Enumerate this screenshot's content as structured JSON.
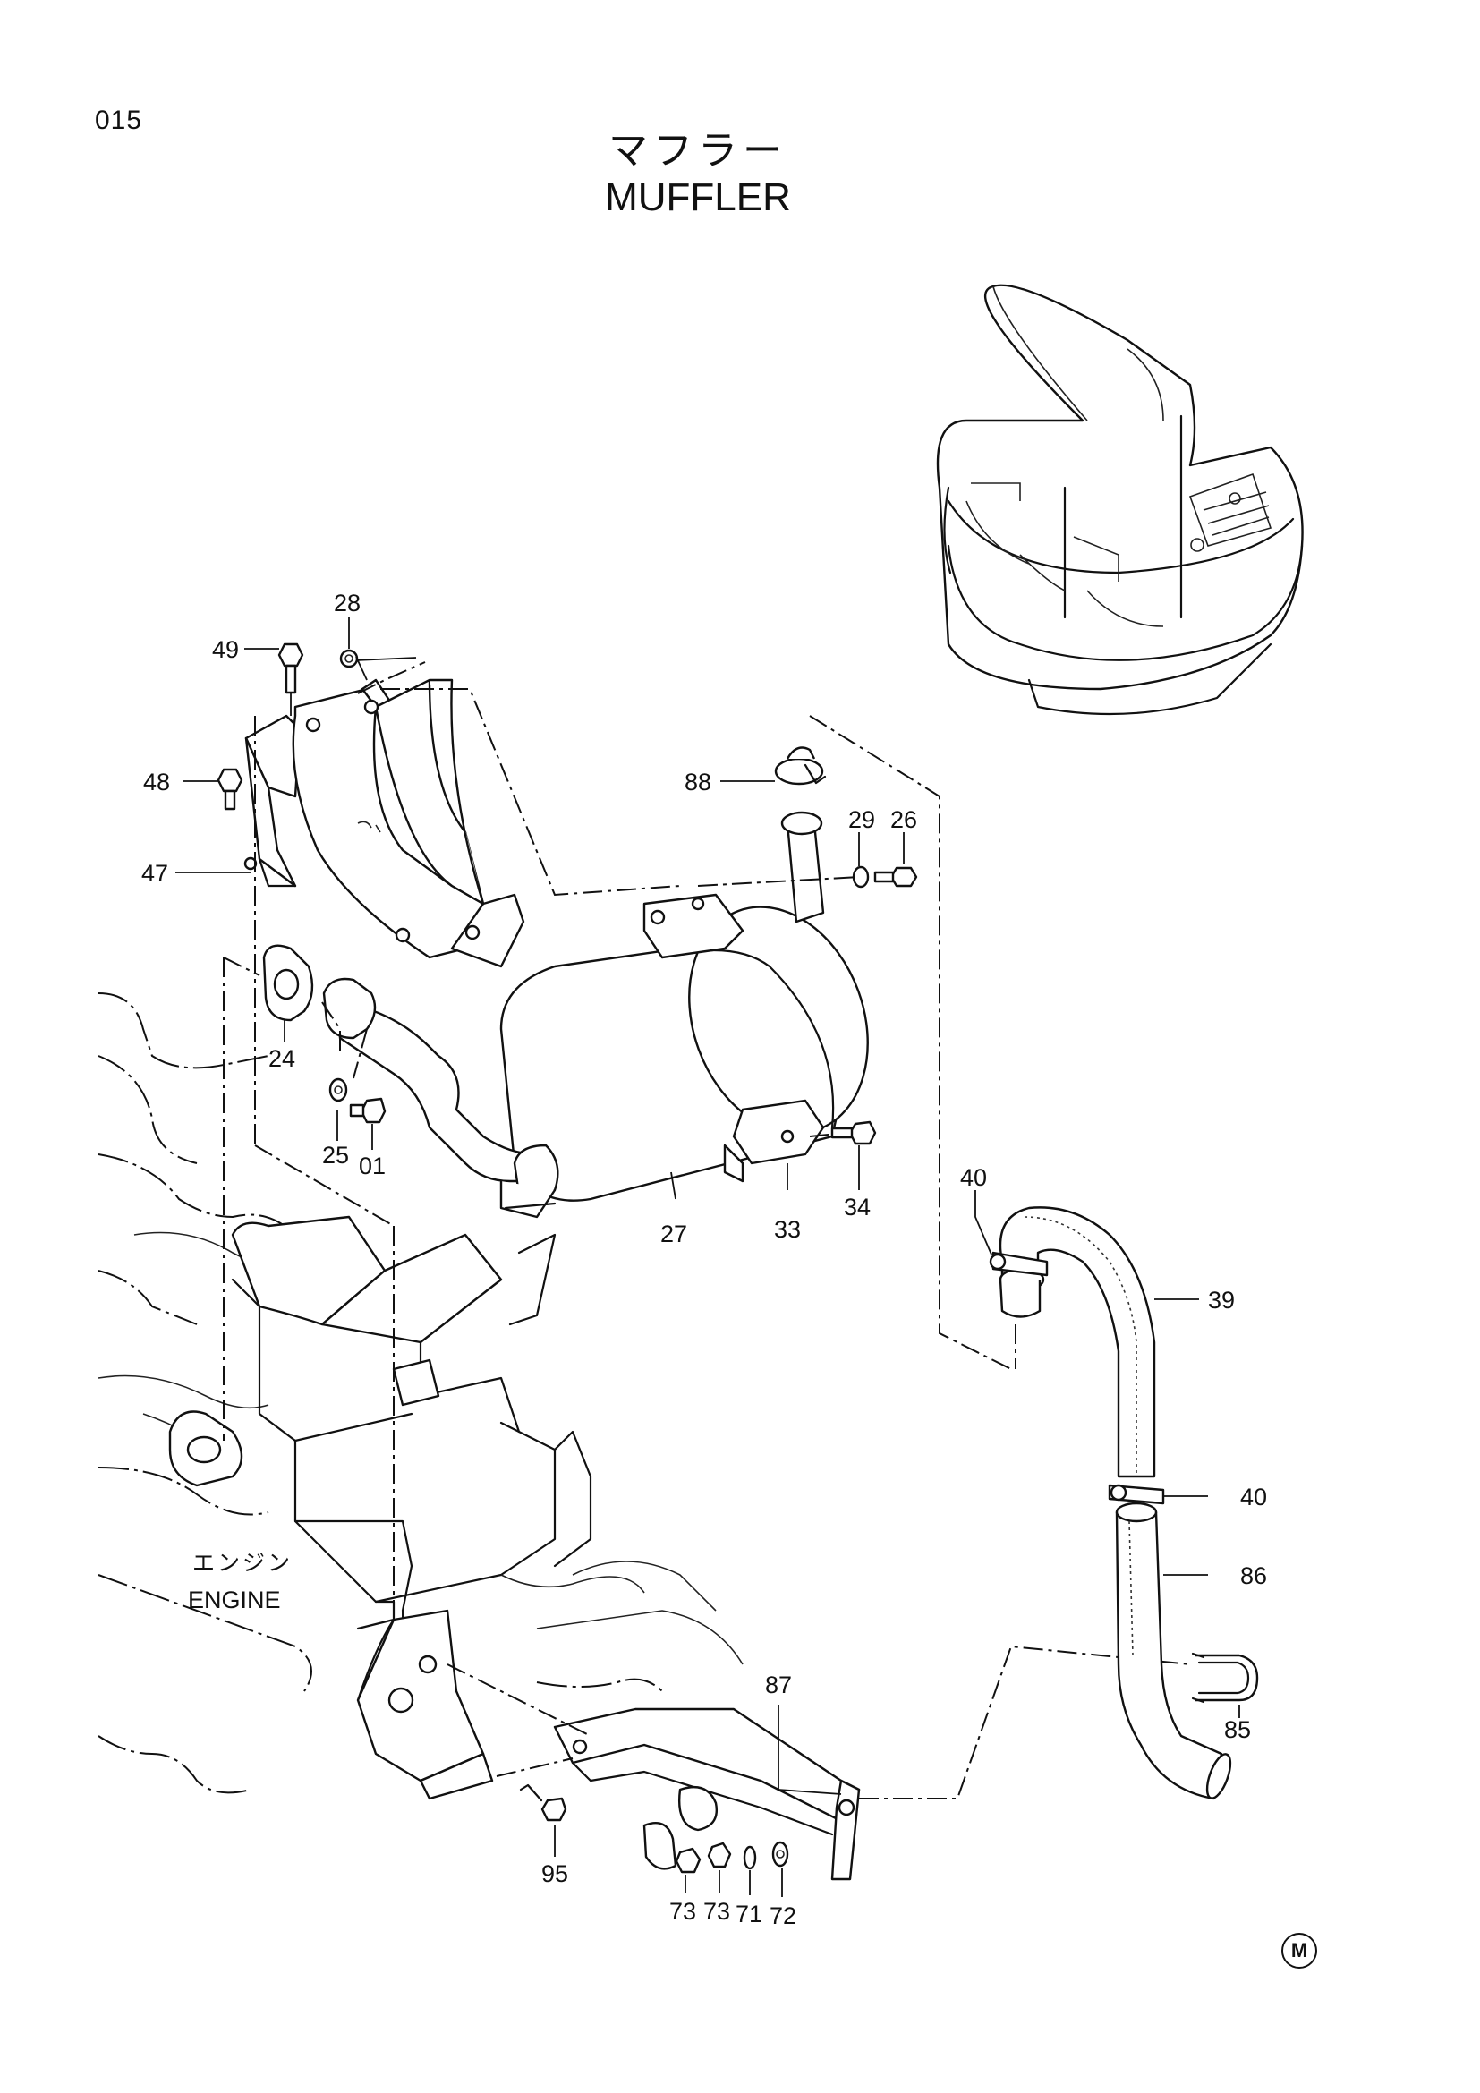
{
  "page_number": "015",
  "title": {
    "jp": "マフラー",
    "en": "MUFFLER"
  },
  "engine_label": {
    "jp": "エンジン",
    "en": "ENGINE"
  },
  "footer_mark": "M",
  "callouts": {
    "c28": "28",
    "c49": "49",
    "c48": "48",
    "c47": "47",
    "c88": "88",
    "c29": "29",
    "c26": "26",
    "c24": "24",
    "c25": "25",
    "c01": "01",
    "c27": "27",
    "c33": "33",
    "c34": "34",
    "c40a": "40",
    "c39": "39",
    "c40b": "40",
    "c86": "86",
    "c85": "85",
    "c87": "87",
    "c95": "95",
    "c73a": "73",
    "c73b": "73",
    "c71": "71",
    "c72": "72"
  }
}
